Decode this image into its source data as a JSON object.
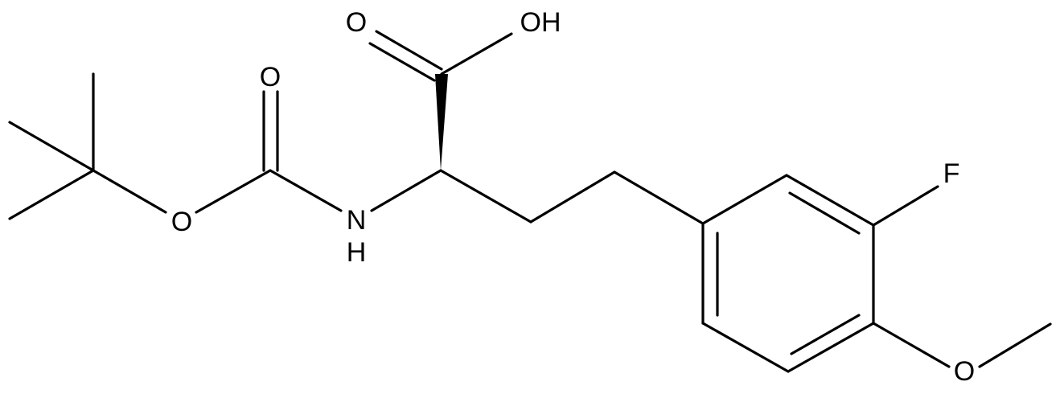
{
  "molecule": {
    "atoms": {
      "carbonyl_o_acid": "O",
      "hydroxyl": "OH",
      "carbonyl_o_boc": "O",
      "ester_o": "O",
      "amine_n": "N",
      "amine_h": "H",
      "fluorine": "F",
      "methoxy_o": "O"
    },
    "colors": {
      "bond": "#000000",
      "label": "#000000",
      "background": "#ffffff"
    }
  }
}
